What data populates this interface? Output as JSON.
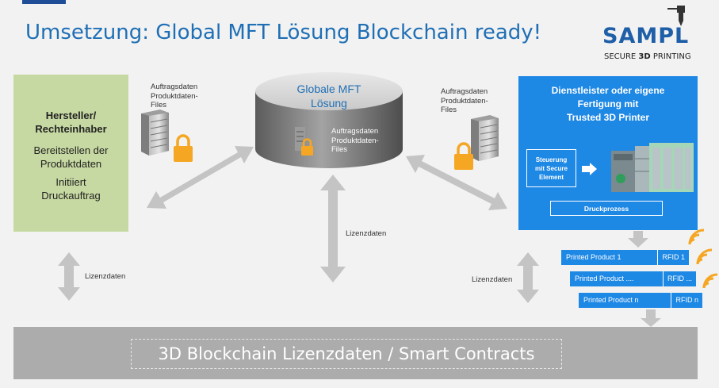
{
  "slide": {
    "title": "Umsetzung: Global MFT Lösung Blockchain ready!",
    "accent_color": "#1f4e96",
    "title_color": "#1f6fb5"
  },
  "logo": {
    "name": "SAMPL",
    "tagline_prefix": "SECURE ",
    "tagline_bold": "3D",
    "tagline_suffix": " PRINTING",
    "color": "#1f5fa8"
  },
  "left_box": {
    "title": "Hersteller/\nRechteinhaber",
    "line1": "Bereitstellen der\nProduktdaten",
    "line2": "Initiiert\nDruckauftrag",
    "color": "#c7d9a2"
  },
  "left_server_label": "Auftragsdaten\nProduktdaten-\nFiles",
  "right_server_label": "Auftragsdaten\nProduktdaten-\nFiles",
  "center_db": {
    "title": "Globale MFT\nLösung",
    "inner_label": "Auftragsdaten\nProduktdaten-\nFiles"
  },
  "right_box": {
    "title": "Dienstleister oder eigene\nFertigung mit\nTrusted 3D Printer",
    "control_label": "Steuerung\nmit Secure\nElement",
    "process_label": "Druckprozess",
    "color": "#1e88e5"
  },
  "printed_products": [
    {
      "name": "Printed Product 1",
      "rfid": "RFID 1"
    },
    {
      "name": "Printed Product ....",
      "rfid": "RFID ..."
    },
    {
      "name": "Printed Product n",
      "rfid": "RFID n"
    }
  ],
  "lizenz_labels": {
    "left": "Lizenzdaten",
    "center": "Lizenzdaten",
    "right": "Lizenzdaten"
  },
  "bottom_bar": {
    "label": "3D Blockchain Lizenzdaten / Smart Contracts",
    "color": "#acacac"
  },
  "icons": {
    "lock": "lock-icon",
    "server": "server-icon",
    "database": "database-cylinder-icon",
    "printer": "printer-machine-icon",
    "wireless": "wireless-signal-icon"
  }
}
